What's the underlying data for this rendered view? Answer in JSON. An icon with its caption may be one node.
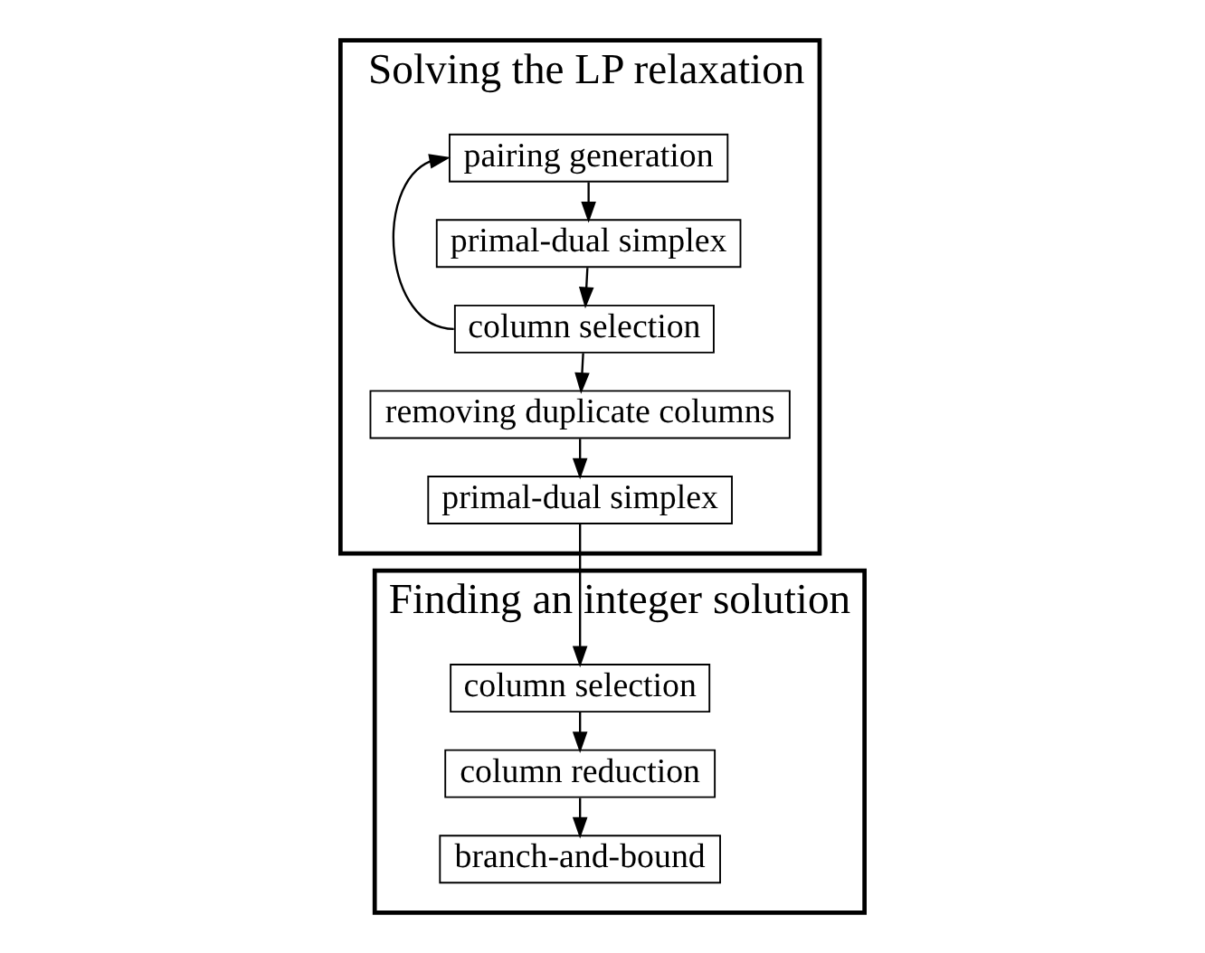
{
  "diagram": {
    "nodes": [
      {
        "text": [
          "Solving the LP relaxation"
        ]
      },
      {
        "text": [
          "pairing generation"
        ],
        "in": 0
      },
      {
        "text": [
          "primal-dual simplex"
        ],
        "in": 0
      },
      {
        "text": [
          "column selection"
        ],
        "in": 0
      },
      {
        "text": [
          "removing duplicate columns"
        ],
        "in": 0
      },
      {
        "text": [
          "primal-dual simplex"
        ],
        "in": 0
      },
      {
        "text": [
          "Finding an integer solution"
        ]
      },
      {
        "text": [
          "column selection"
        ],
        "in": 6
      },
      {
        "text": [
          "column reduction"
        ],
        "in": 6
      },
      {
        "text": [
          "branch-and-bound"
        ],
        "in": 6
      }
    ],
    "edges": [
      {
        "from": 1,
        "to": 2,
        "arrow": "to"
      },
      {
        "from": 2,
        "to": 3,
        "arrow": "to"
      },
      {
        "from": 3,
        "to": 1,
        "arrow": "to"
      },
      {
        "from": 3,
        "to": 4,
        "arrow": "to"
      },
      {
        "from": 4,
        "to": 5,
        "arrow": "to"
      },
      {
        "from": 5,
        "to": 7,
        "arrow": "to"
      },
      {
        "from": 7,
        "to": 8,
        "arrow": "to"
      },
      {
        "from": 8,
        "to": 9,
        "arrow": "to"
      }
    ]
  }
}
